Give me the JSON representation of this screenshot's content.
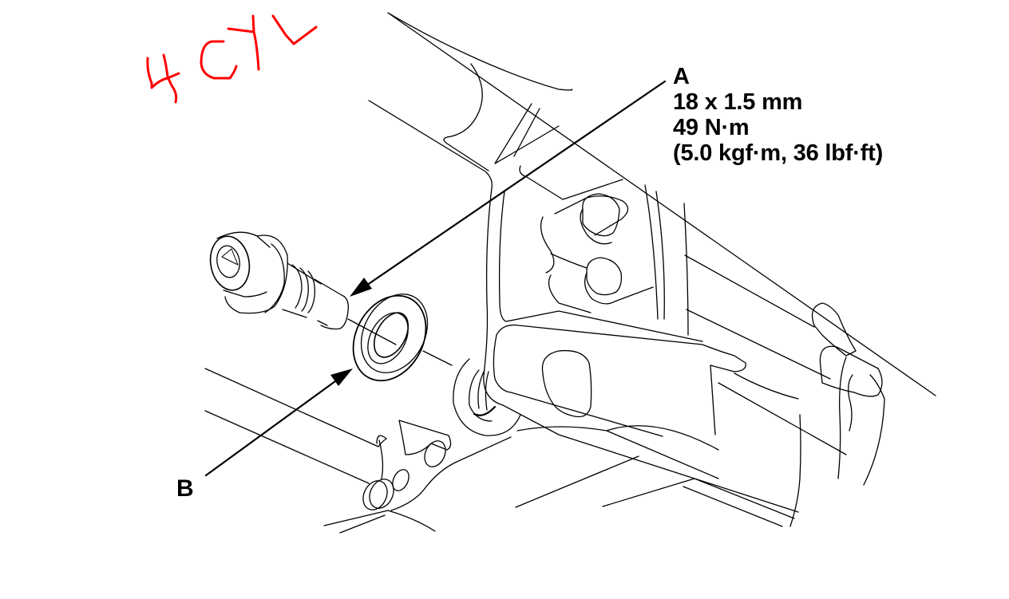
{
  "annotation": {
    "handwritten_note": "4 CYL",
    "color": "#ff0000"
  },
  "callouts": {
    "a": {
      "letter": "A",
      "thread_size": "18 x 1.5 mm",
      "torque_nm": "49 N·m",
      "torque_alt": "(5.0 kgf·m, 36 lbf·ft)",
      "points_to": "bolt"
    },
    "b": {
      "letter": "B",
      "points_to": "sealing washer"
    }
  },
  "parts": [
    {
      "id": "bolt",
      "label": "A"
    },
    {
      "id": "washer",
      "label": "B"
    },
    {
      "id": "housing",
      "label": ""
    }
  ],
  "colors": {
    "line": "#000000",
    "background": "#ffffff",
    "annotation": "#ff0000"
  }
}
